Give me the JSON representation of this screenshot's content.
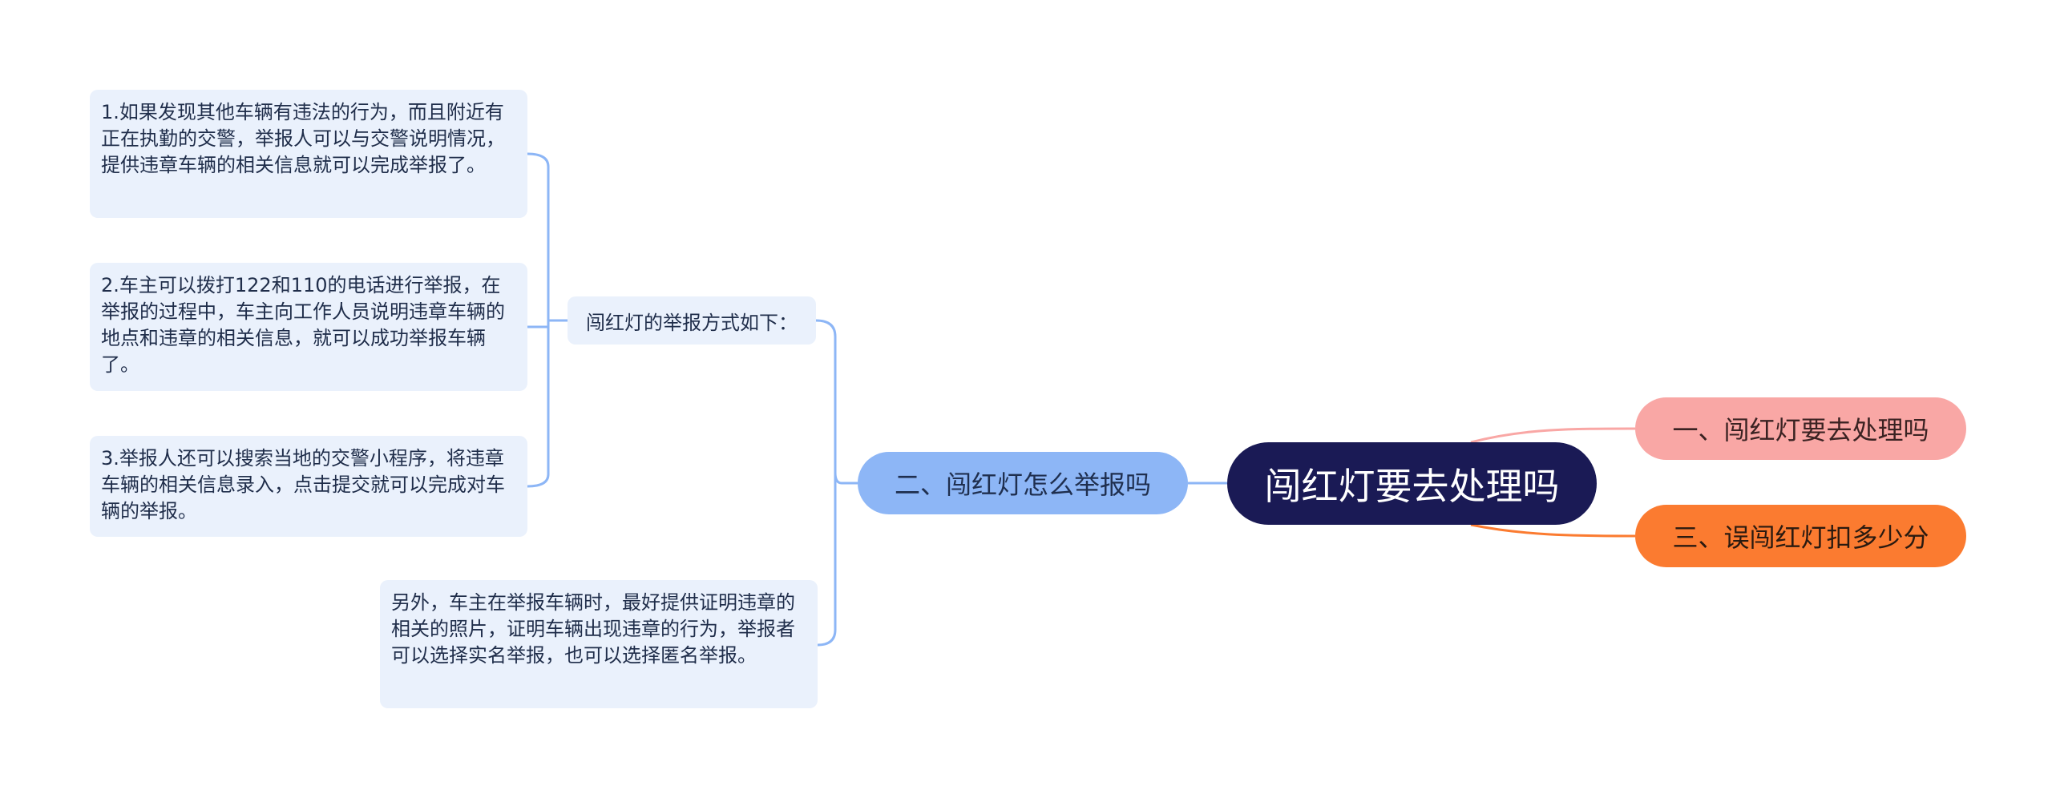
{
  "root": {
    "label": "闯红灯要去处理吗",
    "color": "#1a1a55"
  },
  "branches": [
    {
      "label": "一、闯红灯要去处理吗",
      "color": "#f9a7a5"
    },
    {
      "label": "二、闯红灯怎么举报吗",
      "color": "#8db6f6"
    },
    {
      "label": "三、误闯红灯扣多少分",
      "color": "#fb7b30"
    }
  ],
  "subtopic": {
    "label": "闯红灯的举报方式如下："
  },
  "leaves": [
    {
      "text": "1.如果发现其他车辆有违法的行为，而且附近有正在执勤的交警，举报人可以与交警说明情况，提供违章车辆的相关信息就可以完成举报了。"
    },
    {
      "text": "2.车主可以拨打122和110的电话进行举报，在举报的过程中，车主向工作人员说明违章车辆的地点和违章的相关信息，就可以成功举报车辆了。"
    },
    {
      "text": "3.举报人还可以搜索当地的交警小程序，将违章车辆的相关信息录入，点击提交就可以完成对车辆的举报。"
    },
    {
      "text": "另外，车主在举报车辆时，最好提供证明违章的相关的照片，证明车辆出现违章的行为，举报者可以选择实名举报，也可以选择匿名举报。"
    }
  ],
  "connector_colors": {
    "left": "#8db6f6",
    "right_top": "#f9a7a5",
    "right_bottom": "#fb7b30"
  }
}
